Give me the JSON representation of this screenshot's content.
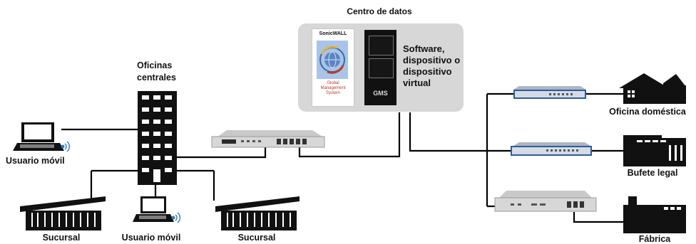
{
  "datacenter": {
    "title": "Centro de datos",
    "software_lines": [
      "Software,",
      "dispositivo o",
      "dispositivo",
      "virtual"
    ],
    "gms_card": {
      "brand": "SonicWALL",
      "caption_lines": [
        "Global",
        "Management",
        "System"
      ]
    },
    "server_tag": "GMS"
  },
  "headquarters": {
    "label_lines": [
      "Oficinas",
      "centrales"
    ]
  },
  "nodes": {
    "mobile_user_left": "Usuario móvil",
    "mobile_user_bottom": "Usuario móvil",
    "branch_left": "Sucursal",
    "branch_right": "Sucursal",
    "home_office": "Oficina doméstica",
    "law_office": "Bufete legal",
    "factory": "Fábrica"
  }
}
